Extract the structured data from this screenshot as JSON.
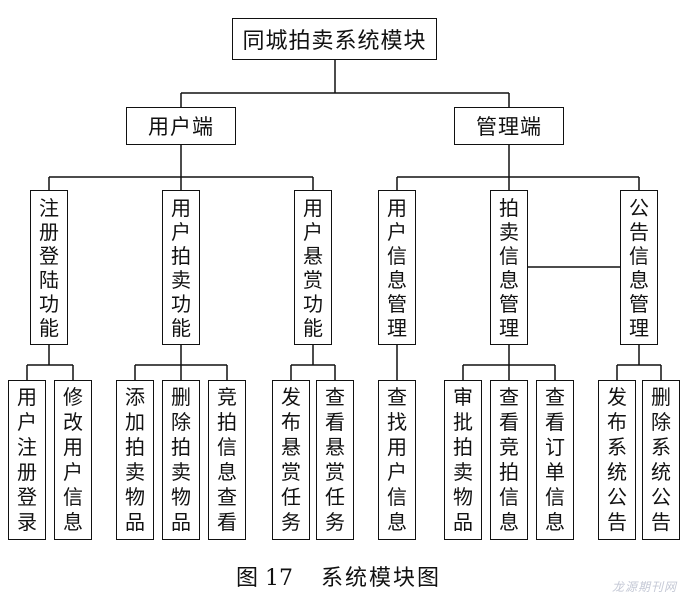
{
  "root": {
    "label": "同城拍卖系统模块"
  },
  "branches": [
    {
      "label": "用户端",
      "modules": [
        {
          "label": "注册登陆功能",
          "functions": [
            "用户注册登录",
            "修改用户信息"
          ]
        },
        {
          "label": "用户拍卖功能",
          "functions": [
            "添加拍卖物品",
            "删除拍卖物品",
            "竞拍信息查看"
          ]
        },
        {
          "label": "用户悬赏功能",
          "functions": [
            "发布悬赏任务",
            "查看悬赏任务"
          ]
        }
      ]
    },
    {
      "label": "管理端",
      "modules": [
        {
          "label": "用户信息管理",
          "functions": [
            "查找用户信息"
          ]
        },
        {
          "label": "拍卖信息管理",
          "functions": [
            "审批拍卖物品",
            "查看竞拍信息",
            "查看订单信息"
          ]
        },
        {
          "label": "公告信息管理",
          "functions": [
            "发布系统公告",
            "删除系统公告"
          ]
        }
      ]
    }
  ],
  "caption": {
    "number": "图 17",
    "title": "系统模块图"
  },
  "watermark": "龙源期刊网"
}
